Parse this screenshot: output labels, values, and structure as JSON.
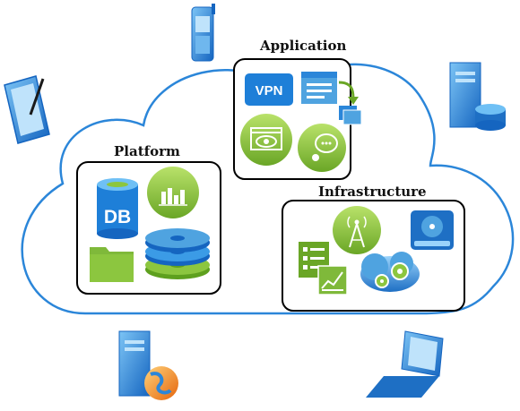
{
  "diagram": {
    "groups": {
      "application": {
        "title": "Application",
        "items": [
          "vpn-icon",
          "document-transfer-icon",
          "eye-window-icon",
          "chat-bubble-icon"
        ]
      },
      "platform": {
        "title": "Platform",
        "items": [
          "database-icon",
          "bar-chart-icon",
          "folder-icon",
          "disk-stack-icon"
        ]
      },
      "infrastructure": {
        "title": "Infrastructure",
        "items": [
          "antenna-icon",
          "hard-drive-icon",
          "checklist-icon",
          "line-chart-icon",
          "gears-icon"
        ]
      }
    },
    "icon_labels": {
      "vpn": "VPN",
      "db": "DB"
    },
    "external_devices": [
      "tablet-icon",
      "mobile-phone-icon",
      "server-database-icon",
      "server-globe-icon",
      "laptop-icon"
    ],
    "colors": {
      "cloud_outline": "#2b86d9",
      "green": "#8cc63f",
      "blue": "#1e7fd8",
      "light_blue": "#4fa3e0"
    }
  }
}
